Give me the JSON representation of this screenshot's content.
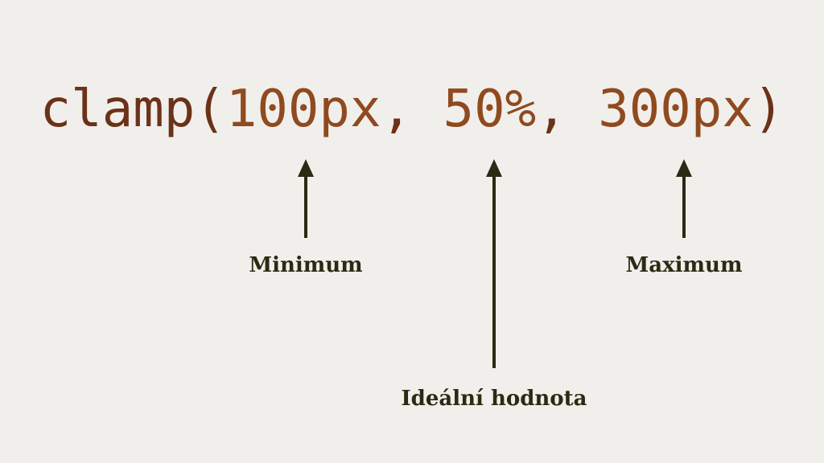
{
  "expression": {
    "function": "clamp",
    "open": "(",
    "min_value": "100px",
    "separator_1": ", ",
    "ideal_value": "50%",
    "separator_2": ", ",
    "max_value": "300px",
    "close": ")"
  },
  "labels": {
    "minimum": "Minimum",
    "ideal": "Ideální hodnota",
    "maximum": "Maximum"
  },
  "colors": {
    "background": "#f1efec",
    "function_text": "#6b3218",
    "argument_text": "#8f4a1f",
    "arrow": "#2b2a12",
    "label_text": "#2b2a12"
  }
}
